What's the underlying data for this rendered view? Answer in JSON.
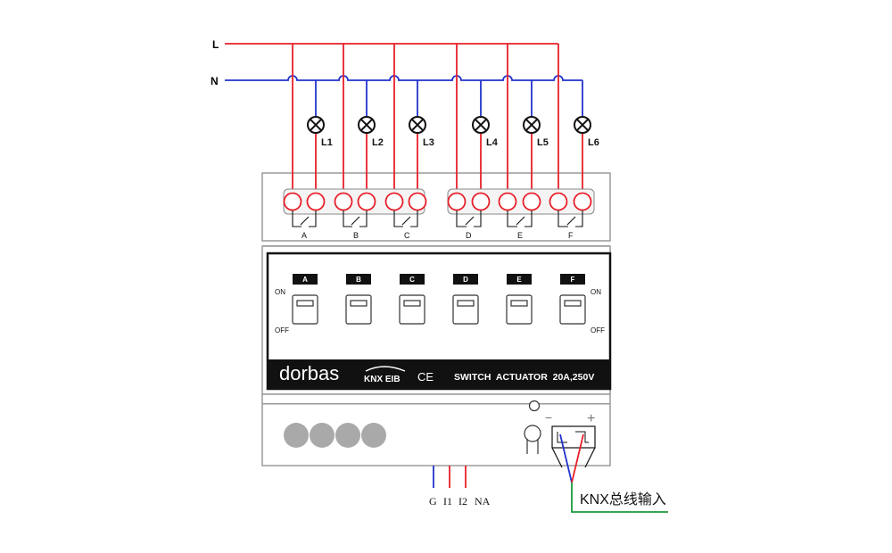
{
  "lines": {
    "live": "L",
    "neutral": "N"
  },
  "loads": [
    "L1",
    "L2",
    "L3",
    "L4",
    "L5",
    "L6"
  ],
  "terminal_channels": [
    "A",
    "B",
    "C",
    "D",
    "E",
    "F"
  ],
  "front_panel": {
    "channel_tabs": [
      "A",
      "B",
      "C",
      "D",
      "E",
      "F"
    ],
    "on_label": "ON",
    "off_label": "OFF",
    "brand": "dorbas",
    "bus_logo": "KNX EIB",
    "ce_mark": "CE",
    "model_text": "SWITCH  ACTUATOR  20A,250V"
  },
  "bottom_terminal_labels": [
    "G",
    "I1",
    "I2",
    "NA"
  ],
  "bus_terminal": {
    "minus": "−",
    "plus": "+"
  },
  "bus_input_label": "KNX总线输入",
  "colors": {
    "live_wire": "#e8202a",
    "neutral_wire": "#2233cc",
    "bus_wire": "#1a9a3a",
    "panel": "#111111",
    "housing_border": "#9a9a9a",
    "terminal_grey": "#a9a9a9"
  }
}
